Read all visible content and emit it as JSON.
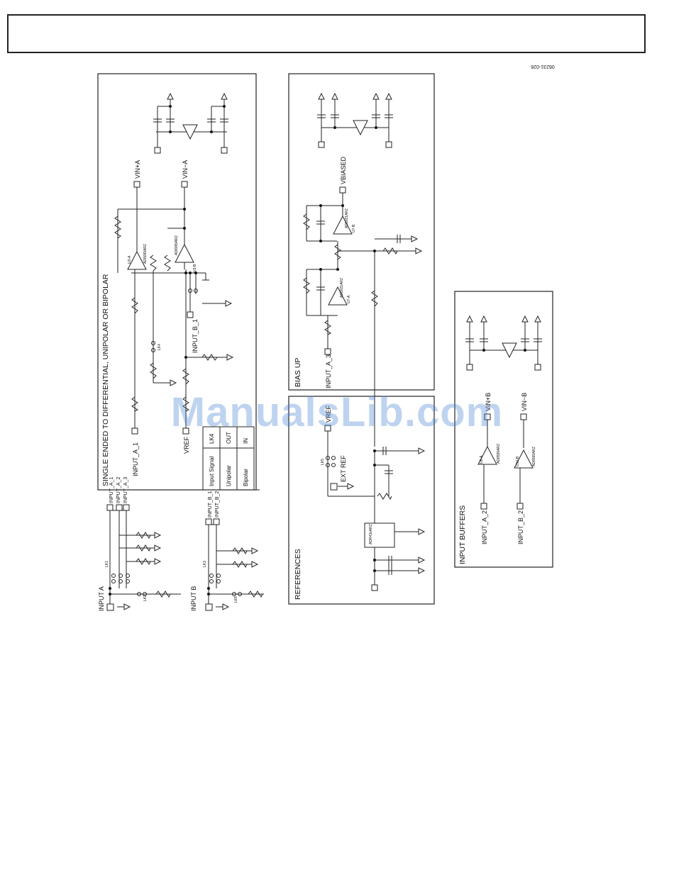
{
  "doc_code": "06231-026",
  "watermark": "ManualsLib.com",
  "sections": {
    "single_ended": "SINGLE ENDED TO DIFFERENTIAL, UNIPOLAR OR BIPOLAR",
    "bias_up": "BIAS UP",
    "references": "REFERENCES",
    "input_buffers": "INPUT BUFFERS",
    "input_a": "INPUT A",
    "input_b": "INPUT B"
  },
  "nets": {
    "vin_p_a": "VIN+A",
    "vin_n_a": "VIN−A",
    "vin_p_b": "VIN+B",
    "vin_n_b": "VIN−B",
    "vbiased": "VBIASED",
    "vref_out": "VREF",
    "vref_in": "VREF",
    "ext_ref": "EXT REF",
    "input_a_1": "INPUT_A_1",
    "input_a_2": "INPUT_A_2",
    "input_a_3": "INPUT_A_3",
    "input_b_1": "INPUT_B_1",
    "input_b_2": "INPUT_B_2",
    "buf_in_a2": "INPUT_A_2",
    "buf_in_b2": "INPUT_B_2",
    "bias_in": "INPUT_A_3",
    "diff_in_a1": "INPUT_A_1",
    "diff_in_b1": "INPUT_B_1"
  },
  "lk4_table": {
    "header": [
      "Input Signal",
      "LK4"
    ],
    "rows": [
      [
        "Unipolar",
        "OUT"
      ],
      [
        "Bipolar",
        "IN"
      ]
    ]
  },
  "parts": {
    "opamp_u3": "AD8099ARZ",
    "opamp_u2": "AD8021ARZ",
    "opamp_u6": "AD8599ARZ",
    "opamp_u10": "AD8599ARZ",
    "ref_ic": "ADR43xARZ",
    "u3a": "U3-A",
    "u3b": "U3-B",
    "u7a": "U7-A",
    "u7b": "U7-B",
    "u6a": "U6-A",
    "u10b": "U10-B",
    "lk4": "LK4",
    "lk5": "LK5",
    "lk1": "LK1",
    "lk2": "LK2",
    "lk3": "LK3",
    "lk6": "LK6"
  }
}
